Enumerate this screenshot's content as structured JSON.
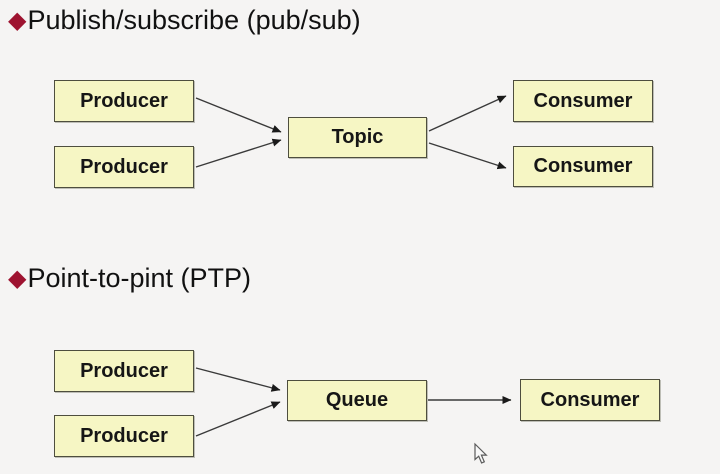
{
  "slide": {
    "background_color": "#f5f4f3",
    "bullet_color": "#9e1330",
    "box_fill_color": "#f6f6c4",
    "box_border_color": "#4e4e3e"
  },
  "sections": [
    {
      "title": "Publish/subscribe (pub/sub)",
      "bullet": "◆",
      "nodes": [
        {
          "label": "Producer"
        },
        {
          "label": "Producer"
        },
        {
          "label": "Topic"
        },
        {
          "label": "Consumer"
        },
        {
          "label": "Consumer"
        }
      ],
      "edges": [
        "Producer(top) → Topic",
        "Producer(bottom) → Topic",
        "Topic → Consumer(top)",
        "Topic → Consumer(bottom)"
      ]
    },
    {
      "title": "Point-to-pint (PTP)",
      "bullet": "◆",
      "nodes": [
        {
          "label": "Producer"
        },
        {
          "label": "Producer"
        },
        {
          "label": "Queue"
        },
        {
          "label": "Consumer"
        }
      ],
      "edges": [
        "Producer(top) → Queue",
        "Producer(bottom) → Queue",
        "Queue → Consumer"
      ]
    }
  ]
}
